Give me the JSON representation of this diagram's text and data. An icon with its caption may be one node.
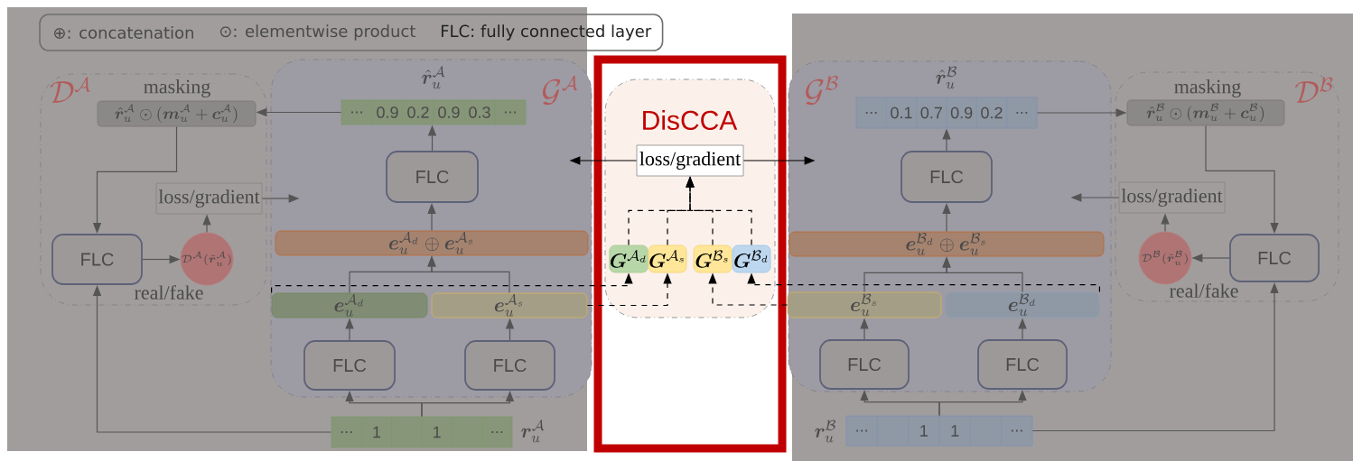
{
  "diagram": {
    "nodes": [
      {
        "text": [
          "\\mathcal{D}^{\\mathcal{A}}"
        ]
      },
      {
        "text": [
          "masking",
          "\\hat{\\bm{r}}_u^{\\mathcal{A}}\\odot(\\bm{m}_u^{\\mathcal{A}}+\\bm{c}_u^{\\mathcal{A}})"
        ],
        "in": 0
      },
      {
        "text": [
          "loss/gradient"
        ],
        "in": 0
      },
      {
        "text": [
          "FLC"
        ],
        "in": 0
      },
      {
        "text": [
          "\\mathcal{D}^{\\mathcal{A}}(\\tilde{\\bm{r}}_u^{\\mathcal{A}})"
        ],
        "beside": [
          "real/fake"
        ],
        "in": 0
      },
      {
        "text": [
          "\\mathcal{G}^{\\mathcal{A}}"
        ]
      },
      {
        "text": [
          "\\hat{\\bm{r}}_u^{\\mathcal{A}}",
          "...",
          "0.9",
          "0.2",
          "0.9",
          "0.3",
          "..."
        ],
        "in": 5
      },
      {
        "text": [
          "FLC"
        ],
        "in": 5
      },
      {
        "text": [
          "\\bm{e}_u^{\\mathcal{A}_d}\\oplus\\bm{e}_u^{\\mathcal{A}_s}"
        ],
        "in": 5
      },
      {
        "text": [
          "\\bm{e}_u^{\\mathcal{A}_d}"
        ],
        "in": 5
      },
      {
        "text": [
          "\\bm{e}_u^{\\mathcal{A}_s}"
        ],
        "in": 5
      },
      {
        "text": [
          "FLC"
        ],
        "in": 5
      },
      {
        "text": [
          "FLC"
        ],
        "in": 5
      },
      {
        "text": [
          "...",
          "1",
          "1",
          "...",
          "\\bm{r}_u^{\\mathcal{A}}"
        ]
      },
      {
        "text": [
          "DisCCA"
        ]
      },
      {
        "text": [
          "loss/gradient"
        ],
        "in": 14
      },
      {
        "text": [
          "\\bm{G}^{\\mathcal{A}_d}"
        ],
        "in": 14
      },
      {
        "text": [
          "\\bm{G}^{\\mathcal{A}_s}"
        ],
        "in": 14
      },
      {
        "text": [
          "\\bm{G}^{\\mathcal{B}_s}"
        ],
        "in": 14
      },
      {
        "text": [
          "\\bm{G}^{\\mathcal{B}_d}"
        ],
        "in": 14
      },
      {
        "text": [
          "\\mathcal{G}^{\\mathcal{B}}"
        ]
      },
      {
        "text": [
          "\\hat{\\bm{r}}_u^{\\mathcal{B}}",
          "...",
          "0.1",
          "0.7",
          "0.9",
          "0.2",
          "..."
        ],
        "in": 20
      },
      {
        "text": [
          "FLC"
        ],
        "in": 20
      },
      {
        "text": [
          "\\bm{e}_u^{\\mathcal{B}_d}\\oplus\\bm{e}_u^{\\mathcal{B}_s}"
        ],
        "in": 20
      },
      {
        "text": [
          "\\bm{e}_u^{\\mathcal{B}_s}"
        ],
        "in": 20
      },
      {
        "text": [
          "\\bm{e}_u^{\\mathcal{B}_d}"
        ],
        "in": 20
      },
      {
        "text": [
          "FLC"
        ],
        "in": 20
      },
      {
        "text": [
          "FLC"
        ],
        "in": 20
      },
      {
        "text": [
          "\\bm{r}_u^{\\mathcal{B}}",
          "...",
          "1",
          "1",
          "..."
        ]
      },
      {
        "text": [
          "\\mathcal{D}^{\\mathcal{B}}"
        ]
      },
      {
        "text": [
          "masking",
          "\\hat{\\bm{r}}_u^{\\mathcal{B}}\\odot(\\bm{m}_u^{\\mathcal{B}}+\\bm{c}_u^{\\mathcal{B}})"
        ],
        "in": 29
      },
      {
        "text": [
          "loss/gradient"
        ],
        "in": 29
      },
      {
        "text": [
          "\\mathcal{D}^{\\mathcal{B}}(\\tilde{\\bm{r}}_u^{\\mathcal{B}})"
        ],
        "beside": [
          "real/fake"
        ],
        "in": 29
      },
      {
        "text": [
          "FLC"
        ],
        "in": 29
      }
    ],
    "edges": [
      {
        "from": 6,
        "to": 1,
        "arrow": "to"
      },
      {
        "from": 1,
        "to": 3,
        "arrow": "to"
      },
      {
        "from": 3,
        "to": 4,
        "arrow": "to"
      },
      {
        "from": 4,
        "to": 2,
        "arrow": "to"
      },
      {
        "from": 2,
        "to": 5,
        "arrow": "to"
      },
      {
        "from": 7,
        "to": 6,
        "arrow": "to"
      },
      {
        "from": 8,
        "to": 7,
        "arrow": "to"
      },
      {
        "from": 9,
        "to": 8,
        "arrow": "to"
      },
      {
        "from": 10,
        "to": 8,
        "arrow": "to"
      },
      {
        "from": 11,
        "to": 9,
        "arrow": "to"
      },
      {
        "from": 12,
        "to": 10,
        "arrow": "to"
      },
      {
        "from": 13,
        "to": 11,
        "arrow": "to"
      },
      {
        "from": 13,
        "to": 12,
        "arrow": "to"
      },
      {
        "from": 13,
        "to": 3,
        "arrow": "to"
      },
      {
        "from": 9,
        "to": 16,
        "arrow": "to",
        "style": "dashed",
        "color": "#000000"
      },
      {
        "from": 10,
        "to": 17,
        "arrow": "to",
        "style": "dashed",
        "color": "#000000"
      },
      {
        "from": 24,
        "to": 18,
        "arrow": "to",
        "style": "dashed",
        "color": "#000000"
      },
      {
        "from": 25,
        "to": 19,
        "arrow": "to",
        "style": "dashed",
        "color": "#000000"
      },
      {
        "from": 16,
        "to": 15,
        "arrow": "to",
        "style": "dashed",
        "color": "#000000"
      },
      {
        "from": 17,
        "to": 15,
        "arrow": "to",
        "style": "dashed",
        "color": "#000000"
      },
      {
        "from": 18,
        "to": 15,
        "arrow": "to",
        "style": "dashed",
        "color": "#000000"
      },
      {
        "from": 19,
        "to": 15,
        "arrow": "to",
        "style": "dashed",
        "color": "#000000"
      },
      {
        "from": 15,
        "to": 5,
        "arrow": "to",
        "color": "#000000"
      },
      {
        "from": 15,
        "to": 20,
        "arrow": "to",
        "color": "#000000"
      },
      {
        "from": 21,
        "to": 30,
        "arrow": "to"
      },
      {
        "from": 30,
        "to": 33,
        "arrow": "to"
      },
      {
        "from": 33,
        "to": 32,
        "arrow": "to"
      },
      {
        "from": 32,
        "to": 31,
        "arrow": "to"
      },
      {
        "from": 31,
        "to": 20,
        "arrow": "to"
      },
      {
        "from": 22,
        "to": 21,
        "arrow": "to"
      },
      {
        "from": 23,
        "to": 22,
        "arrow": "to"
      },
      {
        "from": 24,
        "to": 23,
        "arrow": "to"
      },
      {
        "from": 25,
        "to": 23,
        "arrow": "to"
      },
      {
        "from": 26,
        "to": 24,
        "arrow": "to"
      },
      {
        "from": 27,
        "to": 25,
        "arrow": "to"
      },
      {
        "from": 28,
        "to": 26,
        "arrow": "to"
      },
      {
        "from": 28,
        "to": 27,
        "arrow": "to"
      },
      {
        "from": 28,
        "to": 33,
        "arrow": "to"
      }
    ],
    "labels": [
      "⊕: concatenation",
      "⊙: elementwise product",
      "FLC: fully connected layer"
    ]
  }
}
